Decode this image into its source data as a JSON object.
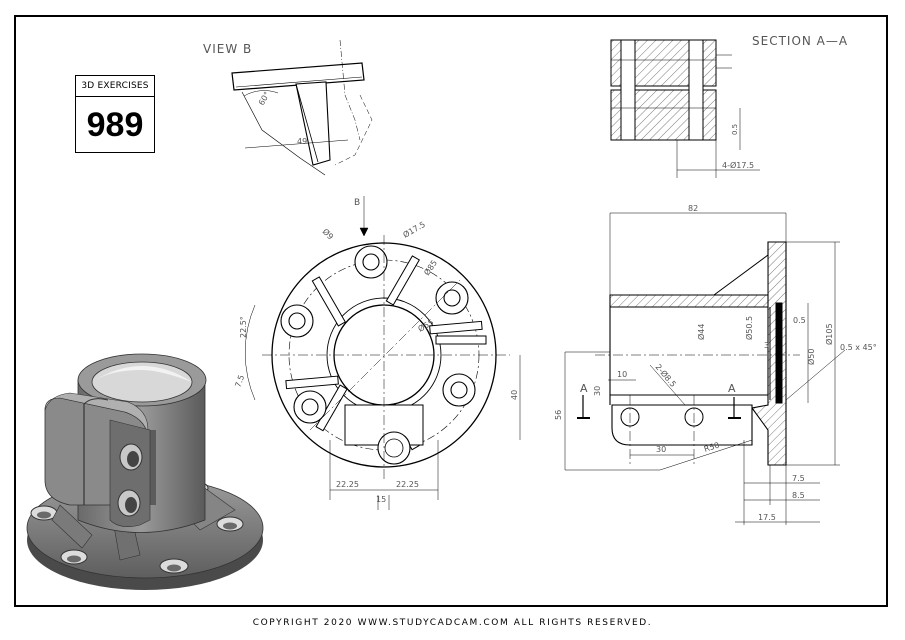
{
  "badge": {
    "label": "3D EXERCISES",
    "number": "989"
  },
  "views": {
    "view_b": "VIEW B",
    "section": "SECTION A—A",
    "b_arrow": "B",
    "cut_left": "A",
    "cut_right": "A"
  },
  "dims": {
    "view_b": [
      "60°",
      "49"
    ],
    "section": [
      "0.5",
      "4-Ø17.5"
    ],
    "front": [
      "Ø9",
      "Ø17.5",
      "Ø85",
      "Ø55",
      "22.5°",
      "7.5",
      "22.25",
      "22.25",
      "15",
      "40"
    ],
    "side": [
      "82",
      "Ø44",
      "Ø50.5",
      "0.5",
      "3",
      "Ø50",
      "Ø105",
      "0.5 x 45°",
      "10",
      "30",
      "2-Ø8.5",
      "56",
      "30",
      "R50",
      "7.5",
      "8.5",
      "17.5"
    ]
  },
  "copyright": "COPYRIGHT  2020 WWW.STUDYCADCAM.COM ALL RIGHTS RESERVED."
}
